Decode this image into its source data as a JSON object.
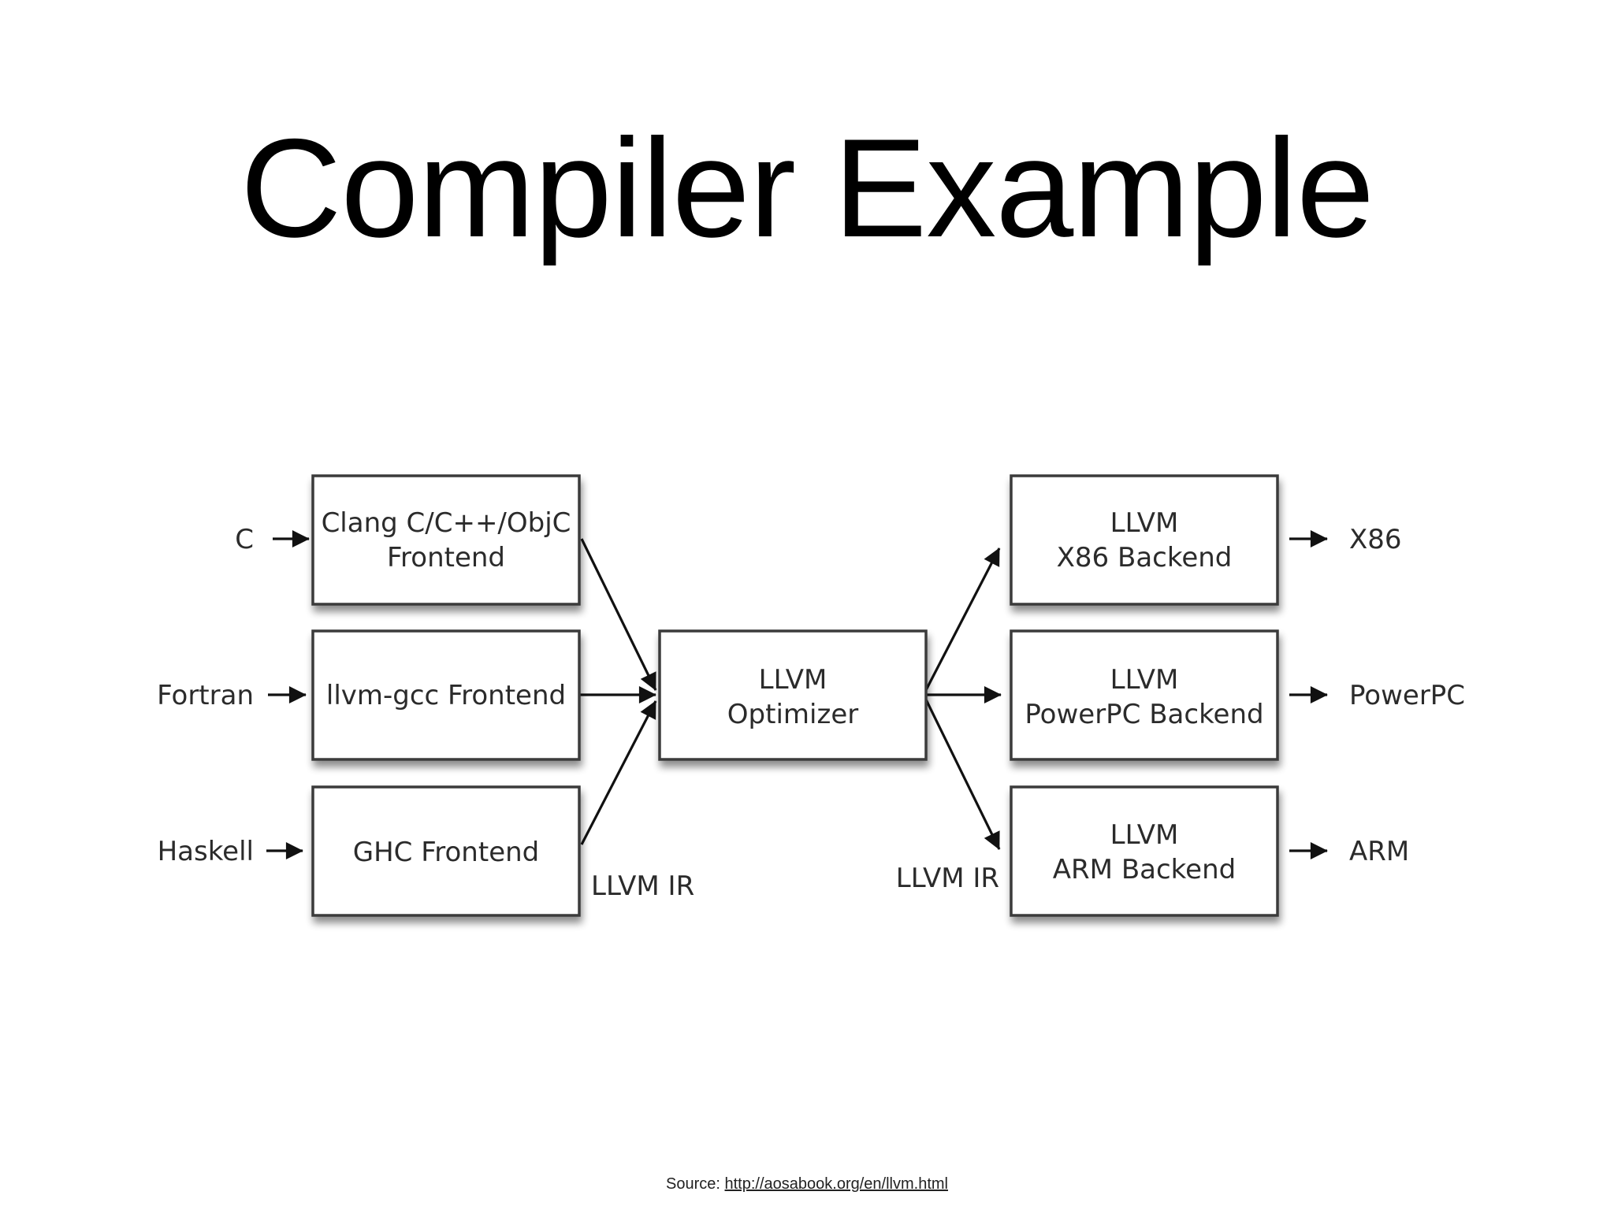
{
  "slide": {
    "title": "Compiler Example"
  },
  "diagram": {
    "inputs": [
      "C",
      "Fortran",
      "Haskell"
    ],
    "frontends": [
      {
        "lines": [
          "Clang C/C++/ObjC",
          "Frontend"
        ]
      },
      {
        "lines": [
          "llvm-gcc Frontend"
        ]
      },
      {
        "lines": [
          "GHC Frontend"
        ]
      }
    ],
    "optimizer": {
      "lines": [
        "LLVM",
        "Optimizer"
      ]
    },
    "backends": [
      {
        "lines": [
          "LLVM",
          "X86 Backend"
        ]
      },
      {
        "lines": [
          "LLVM",
          "PowerPC Backend"
        ]
      },
      {
        "lines": [
          "LLVM",
          "ARM Backend"
        ]
      }
    ],
    "outputs": [
      "X86",
      "PowerPC",
      "ARM"
    ],
    "ir_label_left": "LLVM IR",
    "ir_label_right": "LLVM IR"
  },
  "footer": {
    "source_prefix": "Source: ",
    "source_link": "http://aosabook.org/en/llvm.html"
  }
}
